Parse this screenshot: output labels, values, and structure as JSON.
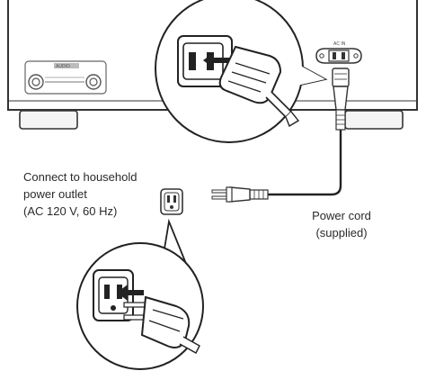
{
  "outlet_label": {
    "line1": "Connect to household",
    "line2": "power outlet",
    "line3": "(AC 120 V, 60 Hz)"
  },
  "cord_label": {
    "line1": "Power cord",
    "line2": "(supplied)"
  },
  "device": {
    "inlet_marking": "AC IN",
    "panel_marking": "AUDIO"
  }
}
